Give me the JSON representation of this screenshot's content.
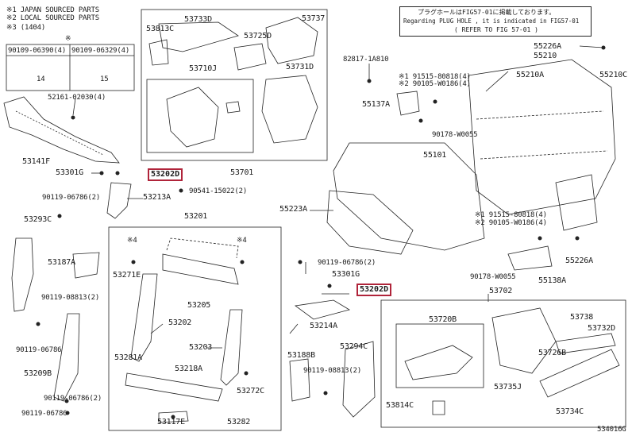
{
  "legend": {
    "l1": "※1 JAPAN SOURCED PARTS",
    "l2": "※2 LOCAL SOURCED PARTS",
    "l3": "※3 (1404)",
    "star": "※"
  },
  "plug_note": {
    "line1": "プラグホールはFIG57-01に掲載しております。",
    "line2": "Regarding PLUG HOLE , it is indicated in FIG57-01",
    "line3": "( REFER TO FIG 57-01 )"
  },
  "figure_id": "534016G",
  "callouts": {
    "highlight_top": "53202D",
    "highlight_mid": "53202D"
  },
  "labels": [
    {
      "k": "p90109_06390",
      "text": "90109-06390(4)"
    },
    {
      "k": "p90109_06329",
      "text": "90109-06329(4)"
    },
    {
      "k": "d14",
      "text": "14"
    },
    {
      "k": "d15",
      "text": "15"
    },
    {
      "k": "p52161",
      "text": "52161-02030(4)"
    },
    {
      "k": "p53141F",
      "text": "53141F"
    },
    {
      "k": "p53301G_a",
      "text": "53301G"
    },
    {
      "k": "p90119_06786_a",
      "text": "90119-06786(2)"
    },
    {
      "k": "p53213A",
      "text": "53213A"
    },
    {
      "k": "p53293C",
      "text": "53293C"
    },
    {
      "k": "p53187A",
      "text": "53187A"
    },
    {
      "k": "p90119_08813_a",
      "text": "90119-08813(2)"
    },
    {
      "k": "p90119_06786_b",
      "text": "90119-06786"
    },
    {
      "k": "p53209B",
      "text": "53209B"
    },
    {
      "k": "p90119_06786_c",
      "text": "90119-06786(2)"
    },
    {
      "k": "p90119_06786_d",
      "text": "90119-06786"
    },
    {
      "k": "p53813C",
      "text": "53813C"
    },
    {
      "k": "p53733D",
      "text": "53733D"
    },
    {
      "k": "p53725D",
      "text": "53725D"
    },
    {
      "k": "p53737",
      "text": "53737"
    },
    {
      "k": "p53710J",
      "text": "53710J"
    },
    {
      "k": "p53731D",
      "text": "53731D"
    },
    {
      "k": "p53701",
      "text": "53701"
    },
    {
      "k": "p90541",
      "text": "90541-15022(2)"
    },
    {
      "k": "p53201",
      "text": "53201"
    },
    {
      "k": "p4a",
      "text": "※4"
    },
    {
      "k": "p4b",
      "text": "※4"
    },
    {
      "k": "p53271E",
      "text": "53271E"
    },
    {
      "k": "p53205",
      "text": "53205"
    },
    {
      "k": "p53202",
      "text": "53202"
    },
    {
      "k": "p53203",
      "text": "53203"
    },
    {
      "k": "p53281A",
      "text": "53281A"
    },
    {
      "k": "p53218A",
      "text": "53218A"
    },
    {
      "k": "p53272C",
      "text": "53272C"
    },
    {
      "k": "p53117E",
      "text": "53117E"
    },
    {
      "k": "p53282",
      "text": "53282"
    },
    {
      "k": "p82817",
      "text": "82817-1A810"
    },
    {
      "k": "p91515_a",
      "text": "※1 91515-80818(4)"
    },
    {
      "k": "p90105_a",
      "text": "※2 90105-W0186(4)"
    },
    {
      "k": "p55137A",
      "text": "55137A"
    },
    {
      "k": "p90178_a",
      "text": "90178-W0055"
    },
    {
      "k": "p55101",
      "text": "55101"
    },
    {
      "k": "p55223A",
      "text": "55223A"
    },
    {
      "k": "p55226A_a",
      "text": "55226A"
    },
    {
      "k": "p55210",
      "text": "55210"
    },
    {
      "k": "p55210A",
      "text": "55210A"
    },
    {
      "k": "p55210C",
      "text": "55210C"
    },
    {
      "k": "p91515_b",
      "text": "※1 91515-80818(4)"
    },
    {
      "k": "p90105_b",
      "text": "※2 90105-W0186(4)"
    },
    {
      "k": "p55226A_b",
      "text": "55226A"
    },
    {
      "k": "p90178_b",
      "text": "90178-W0055"
    },
    {
      "k": "p55138A",
      "text": "55138A"
    },
    {
      "k": "p90119_06786_e",
      "text": "90119-06786(2)"
    },
    {
      "k": "p53301G_b",
      "text": "53301G"
    },
    {
      "k": "p53214A",
      "text": "53214A"
    },
    {
      "k": "p53702",
      "text": "53702"
    },
    {
      "k": "p53720B",
      "text": "53720B"
    },
    {
      "k": "p53738",
      "text": "53738"
    },
    {
      "k": "p53732D",
      "text": "53732D"
    },
    {
      "k": "p53726B",
      "text": "53726B"
    },
    {
      "k": "p53735J",
      "text": "53735J"
    },
    {
      "k": "p53734C",
      "text": "53734C"
    },
    {
      "k": "p53188B",
      "text": "53188B"
    },
    {
      "k": "p53294C",
      "text": "53294C"
    },
    {
      "k": "p90119_08813_b",
      "text": "90119-08813(2)"
    },
    {
      "k": "p53814C",
      "text": "53814C"
    }
  ]
}
